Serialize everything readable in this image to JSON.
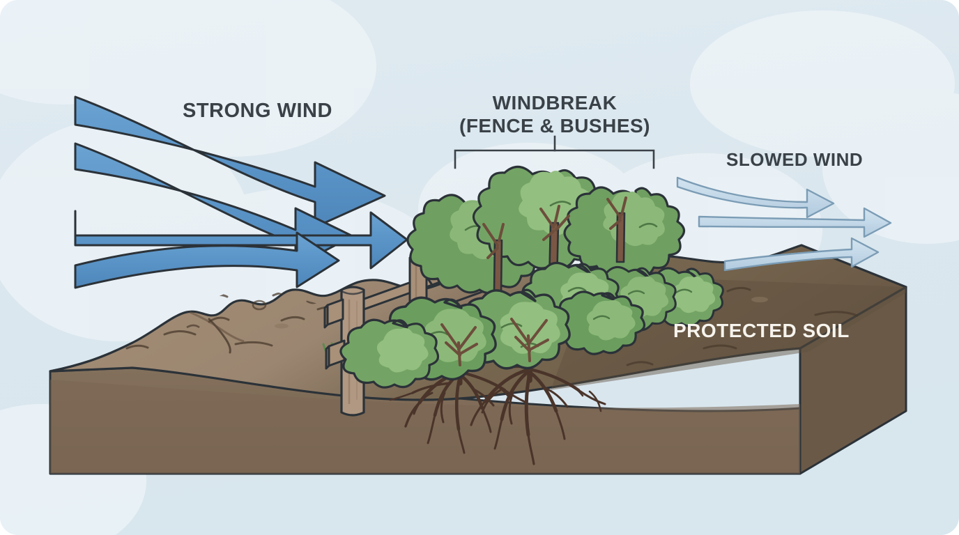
{
  "diagram": {
    "title_alt": "Windbreak reducing wind erosion of soil",
    "background_color": "#dde8ef",
    "labels": {
      "strong_wind": "STRONG WIND",
      "windbreak_line1": "WINDBREAK",
      "windbreak_line2": "(FENCE & BUSHES)",
      "slowed_wind": "SLOWED WIND",
      "protected_soil": "PROTECTED SOIL"
    },
    "colors": {
      "sky": "#dde8ef",
      "cloud": "#eaf2f6",
      "strong_wind_arrow": "#5b95c8",
      "strong_wind_arrow_dark": "#4a82b5",
      "slowed_wind_arrow": "#c3d8e8",
      "slowed_wind_arrow_outline": "#7b9cb5",
      "outline": "#2b3238",
      "soil_top_exposed": "#a08a72",
      "soil_top_protected": "#6a5946",
      "soil_front": "#7d6a57",
      "soil_right": "#6f5c49",
      "wood": "#a89079",
      "wood_shade": "#8e7660",
      "foliage_dark": "#6b9e5e",
      "foliage_light": "#8cb979",
      "trunk": "#7a5744",
      "root": "#4a342a",
      "label_dark": "#3a4248",
      "label_light": "#f7f4ee"
    },
    "elements": {
      "strong_wind_arrow_count": 4,
      "slowed_wind_arrow_count": 3,
      "fence_post_count": 2,
      "fence_rail_count": 2,
      "tall_tree_count": 3,
      "bush_count": 9,
      "root_system_count": 2,
      "bracket_name": "windbreak-bracket"
    },
    "icon_names": {
      "strong_wind": "wind-arrow-strong-icon",
      "slowed_wind": "wind-arrow-slowed-icon",
      "fence": "fence-icon",
      "tree": "tree-icon",
      "bush": "bush-icon",
      "roots": "roots-icon",
      "soil_block": "soil-block-icon",
      "cloud": "cloud-icon"
    }
  }
}
